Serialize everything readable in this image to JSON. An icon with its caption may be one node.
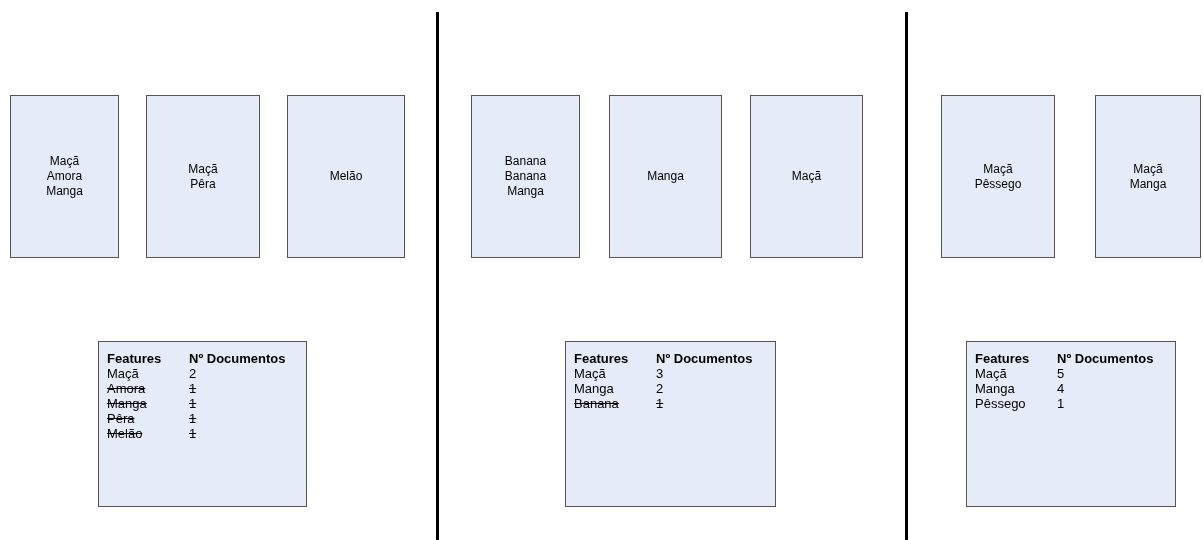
{
  "diagram": {
    "nodes": [
      {
        "text": [
          "Maçã Amora Manga"
        ]
      },
      {
        "text": [
          "Maçã Pêra"
        ]
      },
      {
        "text": [
          "Melão"
        ]
      },
      {
        "text": [
          "Banana Banana Manga"
        ]
      },
      {
        "text": [
          "Manga"
        ]
      },
      {
        "text": [
          "Maçã"
        ]
      },
      {
        "text": [
          "Maçã Pêssego"
        ]
      },
      {
        "text": [
          "Maçã Manga"
        ]
      },
      {
        "text": [
          "Features",
          "Nº Documentos",
          "Maçã",
          "2",
          "Amora",
          "1",
          "Manga",
          "1",
          "Pêra",
          "1",
          "Melão",
          "1"
        ]
      },
      {
        "text": [
          "Features",
          "Nº Documentos",
          "Maçã",
          "3",
          "Manga",
          "2",
          "Banana",
          "1"
        ]
      },
      {
        "text": [
          "Features",
          "Nº Documentos",
          "Maçã",
          "5",
          "Manga",
          "4",
          "Pêssego",
          "1"
        ]
      }
    ],
    "edges": []
  }
}
